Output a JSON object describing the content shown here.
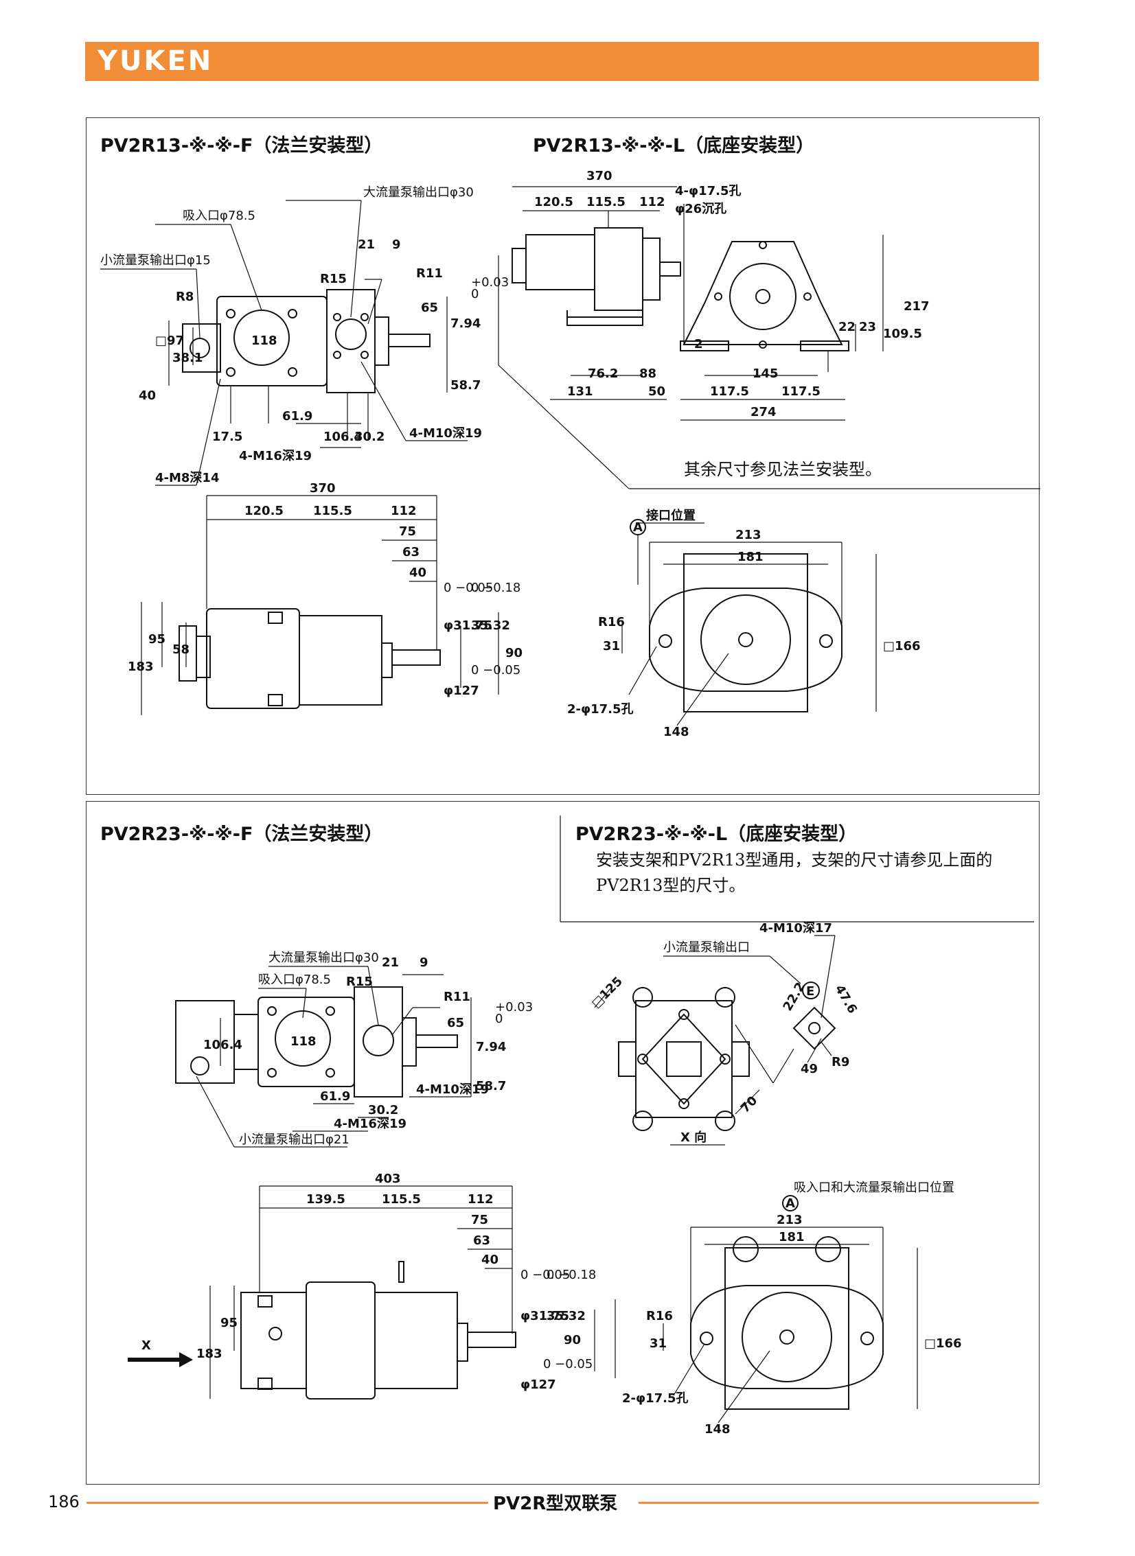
{
  "header": {
    "brand": "YUKEN",
    "band_color": "#f18d36"
  },
  "top": {
    "flange": {
      "title": "PV2R13-※-※-F（法兰安装型）",
      "labels": {
        "large_outlet": "大流量泵输出口φ30",
        "suction": "吸入口φ78.5",
        "small_outlet": "小流量泵输出口φ15",
        "r15": "R15",
        "r11": "R11",
        "r8": "R8",
        "d21": "21",
        "d9": "9",
        "d65": "65",
        "tol": "+0.03",
        "tol0": "0",
        "d794": "7.94",
        "sq97": "□97",
        "d381": "38.1",
        "d118": "118",
        "d40": "40",
        "d587": "58.7",
        "d619": "61.9",
        "d1064": "106.4",
        "d175": "17.5",
        "d302": "30.2",
        "m10": "4-M10深19",
        "m16": "4-M16深19",
        "m8": "4-M8深14"
      }
    },
    "foot": {
      "title": "PV2R13-※-※-L（底座安装型）",
      "labels": {
        "d370": "370",
        "d1205": "120.5",
        "d1155": "115.5",
        "d112": "112",
        "holes": "4-φ17.5孔",
        "counterbore": "φ26沉孔",
        "d217": "217",
        "d1095": "109.5",
        "d23": "23",
        "d22": "22",
        "d2": "2",
        "d762": "76.2",
        "d88": "88",
        "d131": "131",
        "d50": "50",
        "d145": "145",
        "d1175a": "117.5",
        "d1175b": "117.5",
        "d274": "274"
      },
      "note": "其余尺寸参见法兰安装型。"
    },
    "side": {
      "labels": {
        "d370": "370",
        "d1205": "120.5",
        "d1155": "115.5",
        "d112": "112",
        "d75": "75",
        "d63": "63",
        "d40": "40",
        "shaft": "φ31.75",
        "shaft_tol": "0 −0.05",
        "key": "35.32",
        "key_tol": "0 −0.18",
        "pilot": "φ127",
        "pilot_tol": "0 −0.05",
        "d183": "183",
        "d95": "95",
        "d58": "58",
        "d90": "90"
      }
    },
    "front": {
      "labels": {
        "port_pos": "接口位置",
        "circle": "A",
        "d213": "213",
        "d181": "181",
        "r16": "R16",
        "d31": "31",
        "sq166": "□166",
        "holes": "2-φ17.5孔",
        "d148": "148"
      }
    }
  },
  "bottom": {
    "flange": {
      "title": "PV2R23-※-※-F（法兰安装型）",
      "labels": {
        "large_outlet": "大流量泵输出口φ30",
        "suction": "吸入口φ78.5",
        "r15": "R15",
        "r11": "R11",
        "d21": "21",
        "d9": "9",
        "d65": "65",
        "tol": "+0.03",
        "tol0": "0",
        "d794": "7.94",
        "d1064": "106.4",
        "d118": "118",
        "d587": "58.7",
        "d619": "61.9",
        "d302": "30.2",
        "m10": "4-M10深19",
        "m16": "4-M16深19",
        "small_outlet": "小流量泵输出口φ21"
      }
    },
    "foot": {
      "title": "PV2R23-※-※-L（底座安装型）",
      "note_line1": "安装支架和PV2R13型通用，支架的尺寸请参见上面的",
      "note_line2": "PV2R13型的尺寸。"
    },
    "xview": {
      "labels": {
        "m10": "4-M10深17",
        "small_outlet": "小流量泵输出口",
        "circle": "E",
        "sq125": "□125",
        "d222": "22.2",
        "d476": "47.6",
        "d49": "49",
        "r9": "R9",
        "d70": "70",
        "view": "X 向"
      }
    },
    "side": {
      "labels": {
        "d403": "403",
        "d1395": "139.5",
        "d1155": "115.5",
        "d112": "112",
        "d75": "75",
        "d63": "63",
        "d40": "40",
        "shaft": "φ31.75",
        "shaft_tol": "0 −0.05",
        "key": "35.32",
        "key_tol": "0 −0.18",
        "pilot": "φ127",
        "pilot_tol": "0 −0.05",
        "d183": "183",
        "d95": "95",
        "d90": "90",
        "x": "X"
      }
    },
    "front": {
      "labels": {
        "port_pos": "吸入口和大流量泵输出口位置",
        "circle": "A",
        "d213": "213",
        "d181": "181",
        "r16": "R16",
        "d31": "31",
        "sq166": "□166",
        "holes": "2-φ17.5孔",
        "d148": "148"
      }
    }
  },
  "footer": {
    "page": "186",
    "title": "PV2R型双联泵"
  }
}
